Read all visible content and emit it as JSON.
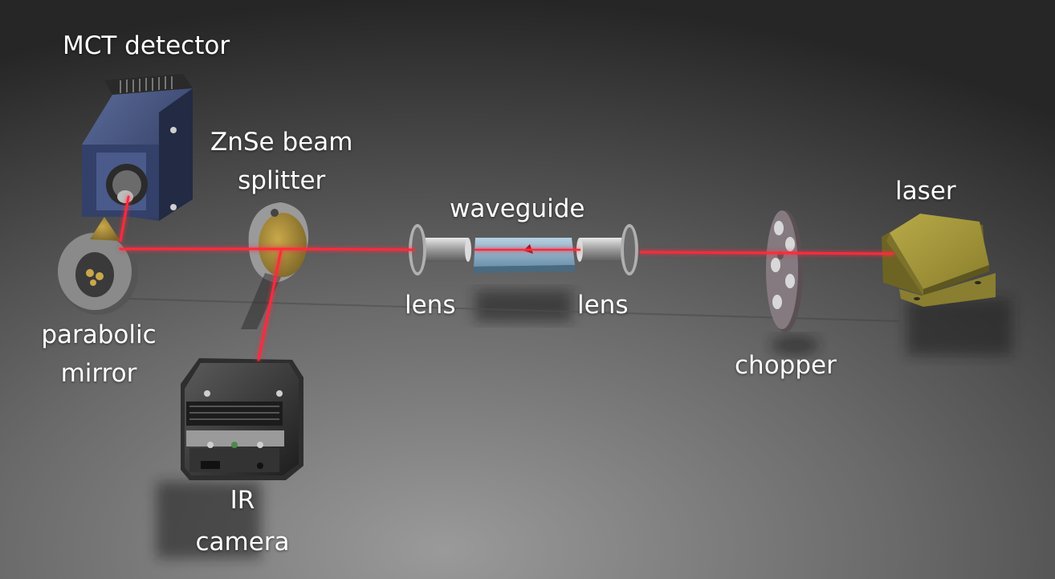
{
  "labels": {
    "mct_detector": "MCT detector",
    "beam_splitter_line1": "ZnSe beam",
    "beam_splitter_line2": "splitter",
    "waveguide": "waveguide",
    "laser": "laser",
    "lens_left": "lens",
    "lens_right": "lens",
    "parabolic_line1": "parabolic",
    "parabolic_line2": "mirror",
    "chopper": "chopper",
    "ir_line1": "IR",
    "ir_line2": "camera"
  },
  "colors": {
    "beam": "#ff2a3c",
    "background_light": "#8e8e8e",
    "background_dark": "#262626",
    "detector_blue": "#3d4d7a",
    "laser_gold": "#a09338",
    "waveguide_blue": "#8fb3cc",
    "chopper_grey": "#7a6f74"
  }
}
